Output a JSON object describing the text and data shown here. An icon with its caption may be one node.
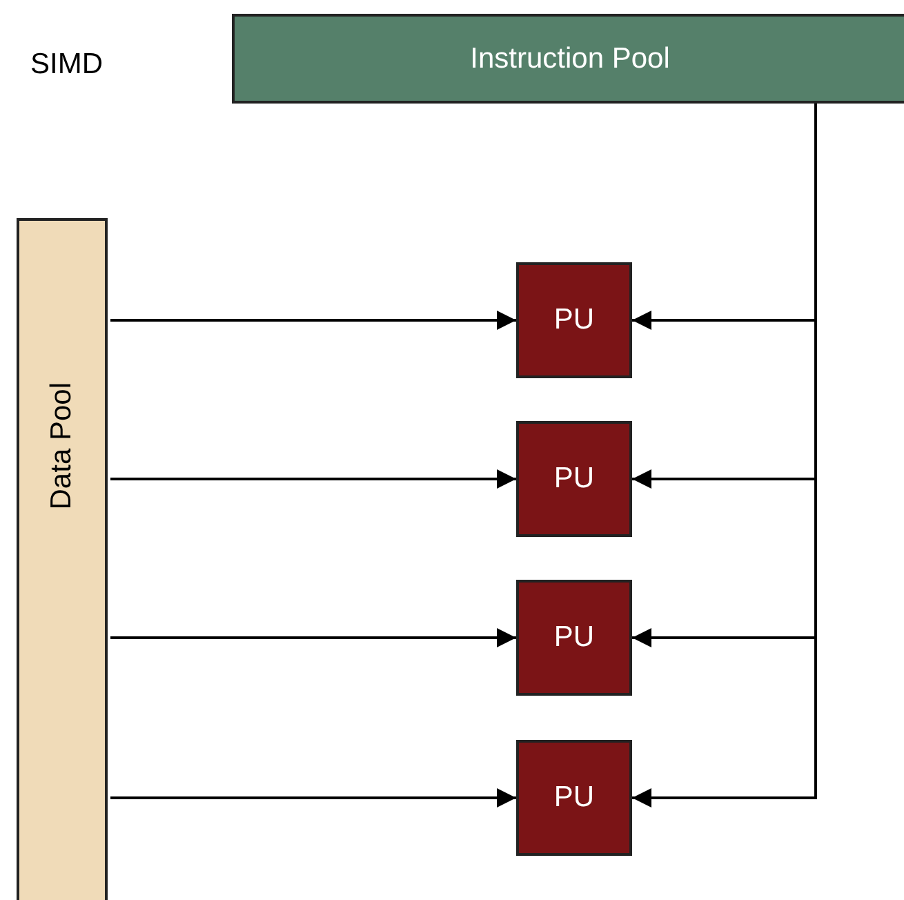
{
  "diagram": {
    "nodes": [
      {
        "text": [
          "Instruction Pool"
        ]
      },
      {
        "text": [
          "Data Pool"
        ]
      },
      {
        "text": [
          "PU"
        ]
      },
      {
        "text": [
          "PU"
        ]
      },
      {
        "text": [
          "PU"
        ]
      },
      {
        "text": [
          "PU"
        ]
      }
    ],
    "edges": [
      {
        "from": 1,
        "to": 2,
        "arrow": "to"
      },
      {
        "from": 1,
        "to": 3,
        "arrow": "to"
      },
      {
        "from": 1,
        "to": 4,
        "arrow": "to"
      },
      {
        "from": 1,
        "to": 5,
        "arrow": "to"
      },
      {
        "from": 0,
        "to": 2,
        "arrow": "to"
      },
      {
        "from": 0,
        "to": 3,
        "arrow": "to"
      },
      {
        "from": 0,
        "to": 4,
        "arrow": "to"
      },
      {
        "from": 0,
        "to": 5,
        "arrow": "to"
      }
    ],
    "labels": [
      "SIMD"
    ]
  }
}
